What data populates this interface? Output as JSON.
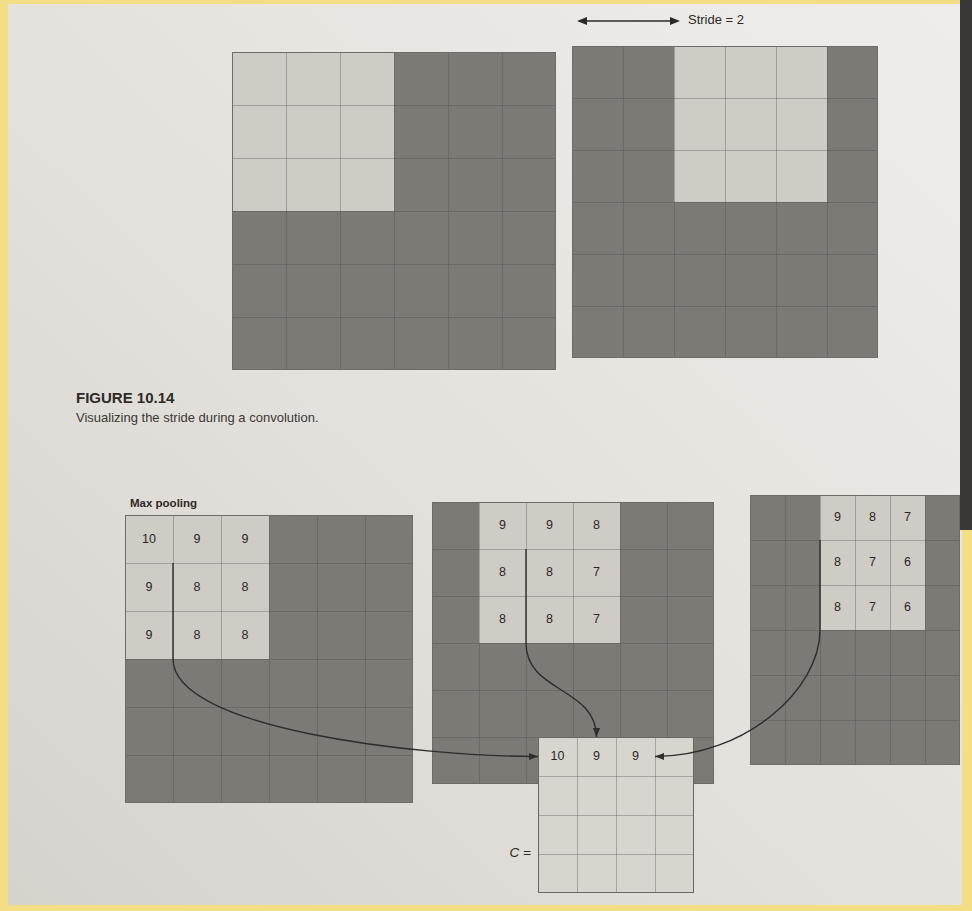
{
  "diagram": {
    "caption": "Visualizing the stride during a convolution.",
    "nodes": [
      {
        "text": [
          "10"
        ]
      },
      {
        "text": [
          "9"
        ]
      },
      {
        "text": [
          "9"
        ]
      },
      {
        "text": [
          "9"
        ]
      },
      {
        "text": [
          "8"
        ]
      },
      {
        "text": [
          "8"
        ]
      },
      {
        "text": [
          "9"
        ]
      },
      {
        "text": [
          "8"
        ]
      },
      {
        "text": [
          "8"
        ]
      },
      {
        "text": [
          "9"
        ]
      },
      {
        "text": [
          "9"
        ]
      },
      {
        "text": [
          "8"
        ]
      },
      {
        "text": [
          "8"
        ]
      },
      {
        "text": [
          "8"
        ]
      },
      {
        "text": [
          "7"
        ]
      },
      {
        "text": [
          "8"
        ]
      },
      {
        "text": [
          "8"
        ]
      },
      {
        "text": [
          "7"
        ]
      },
      {
        "text": [
          "9"
        ]
      },
      {
        "text": [
          "8"
        ]
      },
      {
        "text": [
          "7"
        ]
      },
      {
        "text": [
          "8"
        ]
      },
      {
        "text": [
          "7"
        ]
      },
      {
        "text": [
          "6"
        ]
      },
      {
        "text": [
          "8"
        ]
      },
      {
        "text": [
          "7"
        ]
      },
      {
        "text": [
          "6"
        ]
      },
      {
        "text": [
          "C ="
        ]
      },
      {
        "text": [
          "10"
        ],
        "in": 27
      },
      {
        "text": [
          "9"
        ],
        "in": 27
      },
      {
        "text": [
          "9"
        ],
        "in": 27
      }
    ],
    "edges": [
      {
        "from": 0,
        "to": 28,
        "arrow": "to"
      },
      {
        "from": 9,
        "to": 29,
        "arrow": "to"
      },
      {
        "from": 18,
        "to": 30,
        "arrow": "to"
      }
    ],
    "labels": [
      "Stride = 2",
      "FIGURE 10.14",
      "Max pooling"
    ]
  }
}
